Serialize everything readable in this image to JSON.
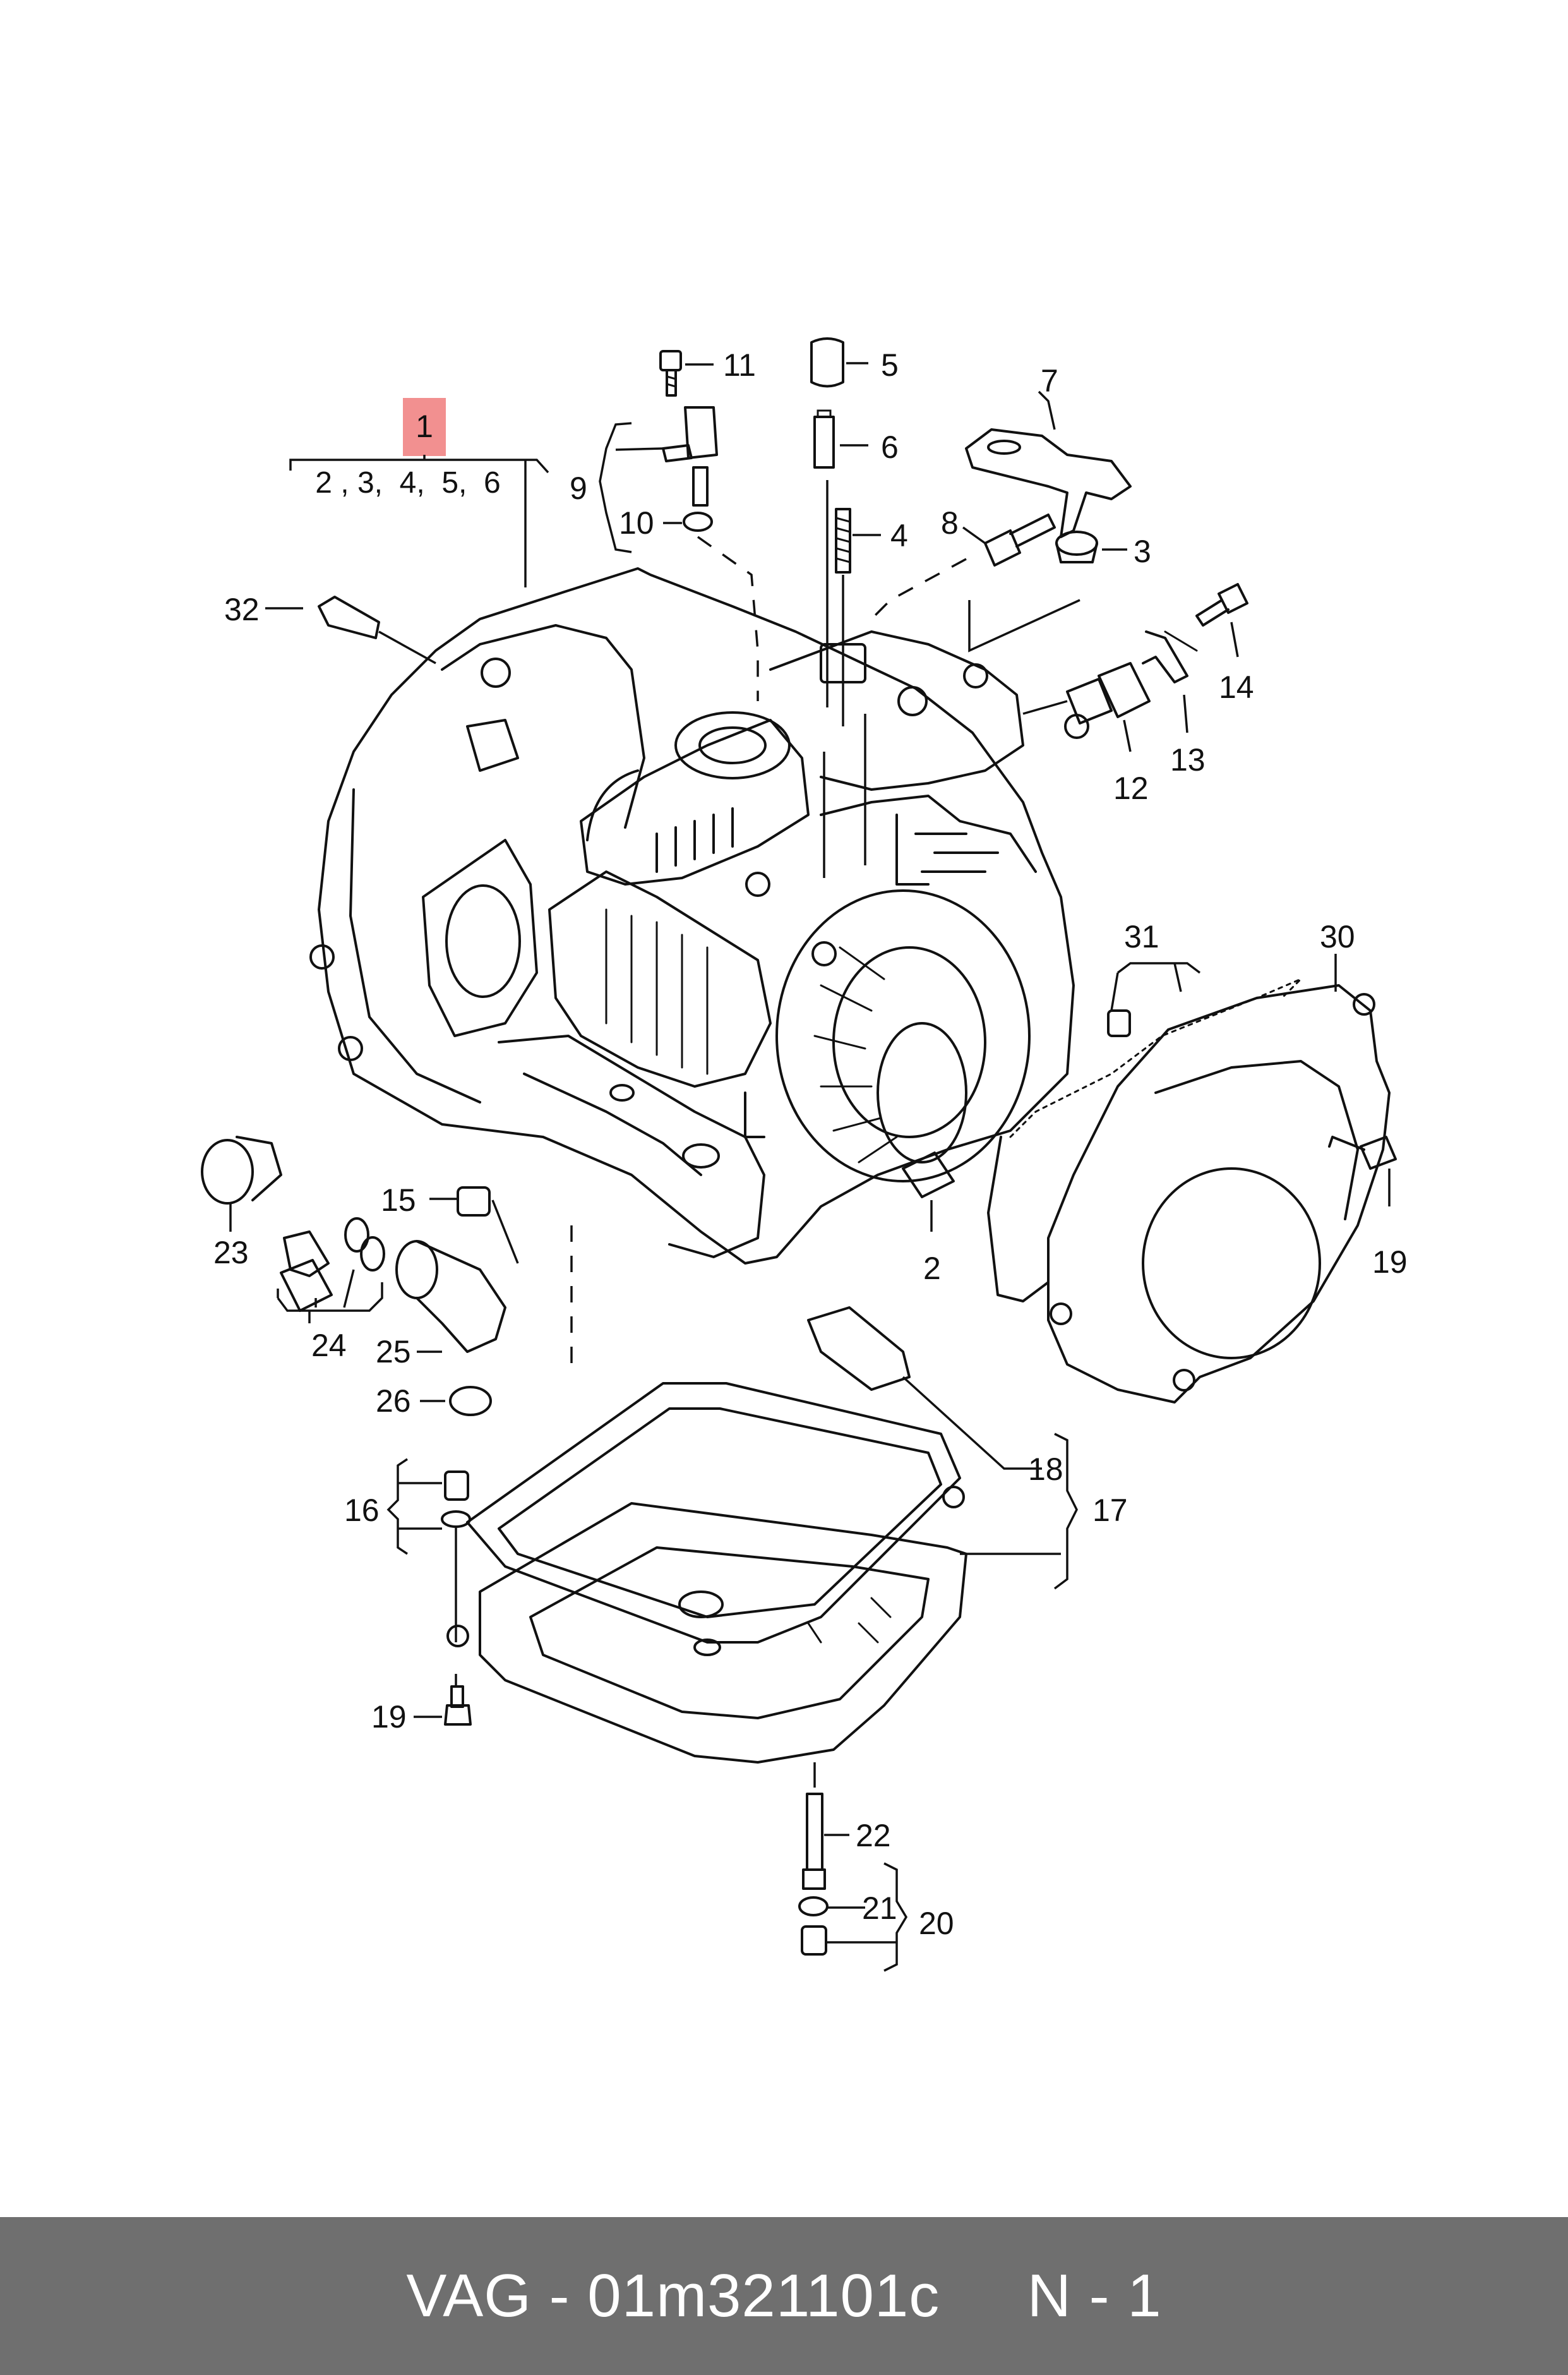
{
  "diagram": {
    "highlight_color": "#f29090",
    "callouts": {
      "c1": "1",
      "c1_includes": "2 , 3,  4,  5,  6",
      "c2a": "2",
      "c3": "3",
      "c4": "4",
      "c5": "5",
      "c6": "6",
      "c7": "7",
      "c8": "8",
      "c9": "9",
      "c10": "10",
      "c11": "11",
      "c12": "12",
      "c13": "13",
      "c14": "14",
      "c15": "15",
      "c16": "16",
      "c17": "17",
      "c18": "18",
      "c19a": "19",
      "c19b": "19",
      "c20": "20",
      "c21": "21",
      "c22": "22",
      "c23": "23",
      "c24": "24",
      "c25": "25",
      "c26": "26",
      "c30": "30",
      "c31": "31",
      "c32": "32"
    }
  },
  "footer": {
    "text": "VAG - 01m321101c     N - 1",
    "background": "#6f6f6f"
  }
}
